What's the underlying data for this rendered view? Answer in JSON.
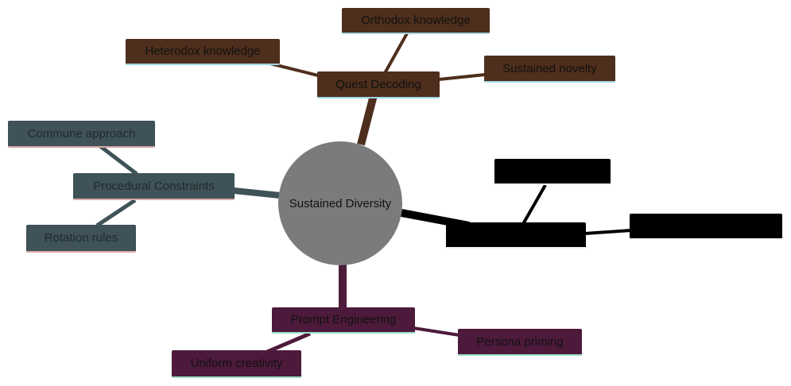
{
  "center": {
    "label": "Sustained Diversity"
  },
  "branches": {
    "quest": {
      "label": "Quest Decoding",
      "children": [
        "Orthodox knowledge",
        "Heterodox knowledge",
        "Sustained novelty"
      ]
    },
    "procedural": {
      "label": "Procedural Constraints",
      "children": [
        "Commune approach",
        "Rotation rules"
      ]
    },
    "prompt": {
      "label": "Prompt Engineering",
      "children": [
        "Persona priming",
        "Uniform creativity"
      ]
    },
    "hidden": {
      "label": "",
      "children": [
        "",
        ""
      ]
    }
  },
  "colors": {
    "quest": "#4e2e1c",
    "procedural": "#3f5258",
    "prompt": "#4d1a3b",
    "hidden": "#000000",
    "center": "#7a7c7c"
  }
}
